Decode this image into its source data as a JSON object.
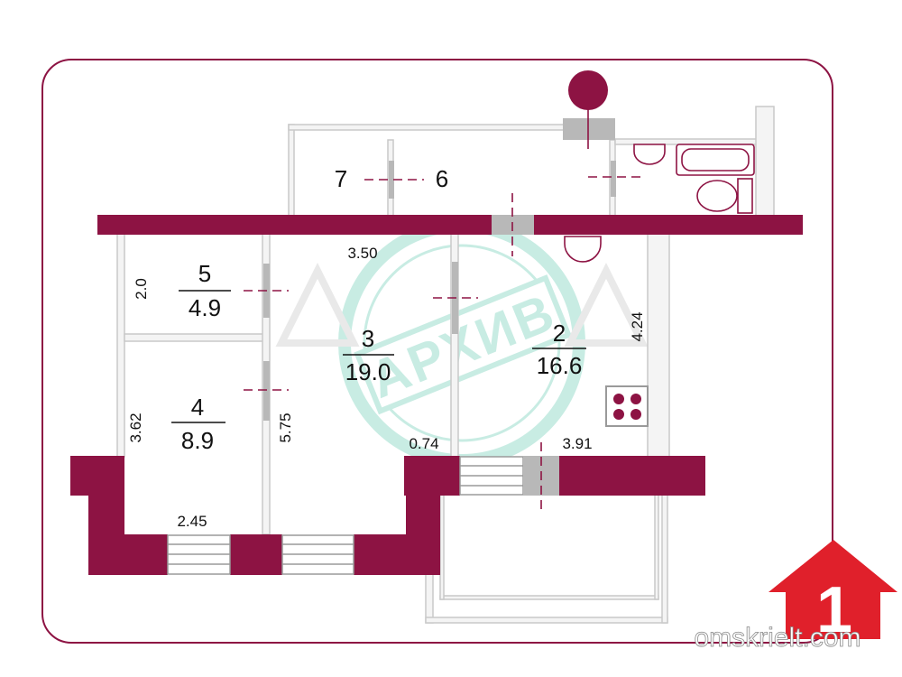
{
  "colors": {
    "wall": "#8d1343",
    "thin_wall": "#dddddd",
    "door": "#b8b8b8",
    "stamp": "#bfe9df",
    "logo_red": "#e0202b"
  },
  "rooms": [
    {
      "number": "7",
      "area": ""
    },
    {
      "number": "6",
      "area": ""
    },
    {
      "number": "5",
      "area": "4.9"
    },
    {
      "number": "3",
      "area": "19.0"
    },
    {
      "number": "2",
      "area": "16.6"
    },
    {
      "number": "4",
      "area": "8.9"
    }
  ],
  "dimensions": {
    "d_3_50": "3.50",
    "d_2_0": "2.0",
    "d_4_24": "4.24",
    "d_3_62": "3.62",
    "d_5_75": "5.75",
    "d_0_74": "0.74",
    "d_3_91": "3.91",
    "d_2_45": "2.45"
  },
  "stamp": {
    "text": "АРХИВ"
  },
  "logo": {
    "digit": "1"
  },
  "watermark": {
    "site": "omskrielt.com"
  }
}
